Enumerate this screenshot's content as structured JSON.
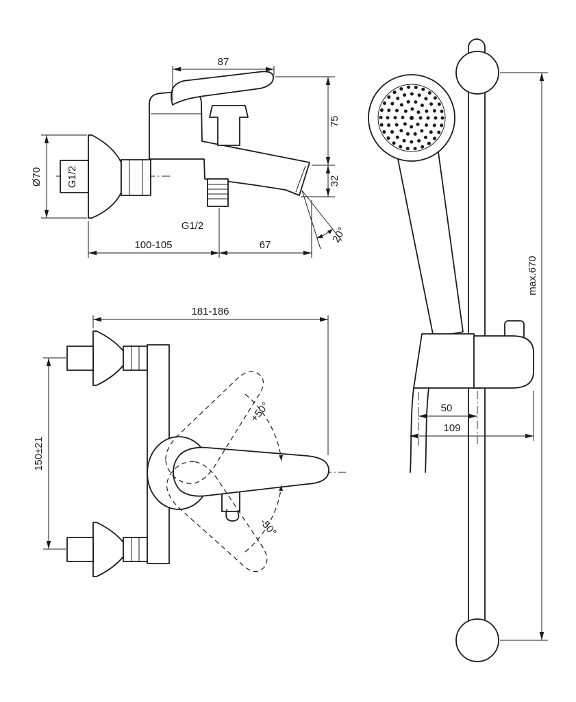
{
  "drawing": {
    "colors": {
      "line": "#1b1b1b",
      "background": "#ffffff"
    },
    "views": {
      "mixer_side": {
        "dims": {
          "lever_length": "87",
          "height": "75",
          "spout_drop": "32",
          "flange_diameter": "Ø70",
          "inlet_thread": "G1/2",
          "outlet_thread": "G1/2",
          "wall_distance": "100-105",
          "spout_reach": "67",
          "spout_angle": "20°"
        }
      },
      "mixer_front": {
        "dims": {
          "overall_depth": "181-186",
          "inlet_spacing": "150±21",
          "swing_up": "+50°",
          "swing_down": "-50°"
        }
      },
      "shower_set": {
        "dims": {
          "rail_length": "max.670",
          "hose_offset": "50",
          "holder_reach": "109"
        }
      }
    }
  }
}
